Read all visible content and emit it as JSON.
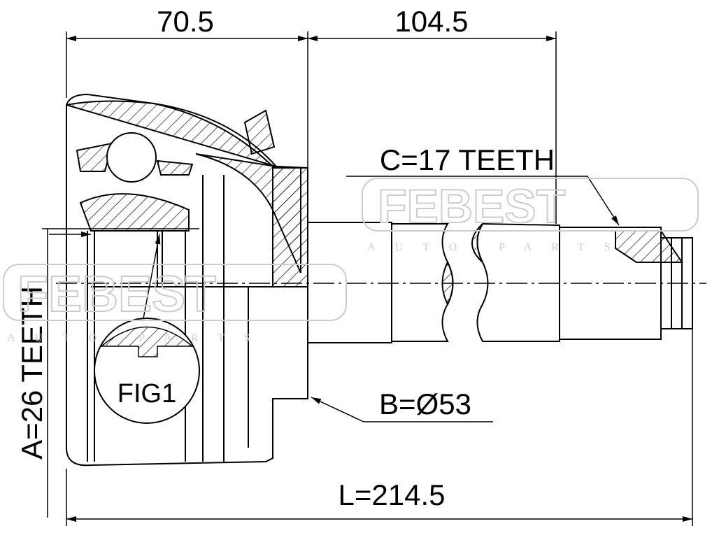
{
  "dimensions": {
    "top_left": "70.5",
    "top_right": "104.5",
    "overall_length": "L=214.5",
    "outer_spline": "A=26 TEETH",
    "inner_spline": "C=17 TEETH",
    "abs_diameter": "B=Ø53"
  },
  "figure_label": "FIG1",
  "watermark": {
    "brand": "FEBEST",
    "tagline": "AUTO PARTS"
  },
  "colors": {
    "line": "#000000",
    "watermark": "#cccccc"
  }
}
